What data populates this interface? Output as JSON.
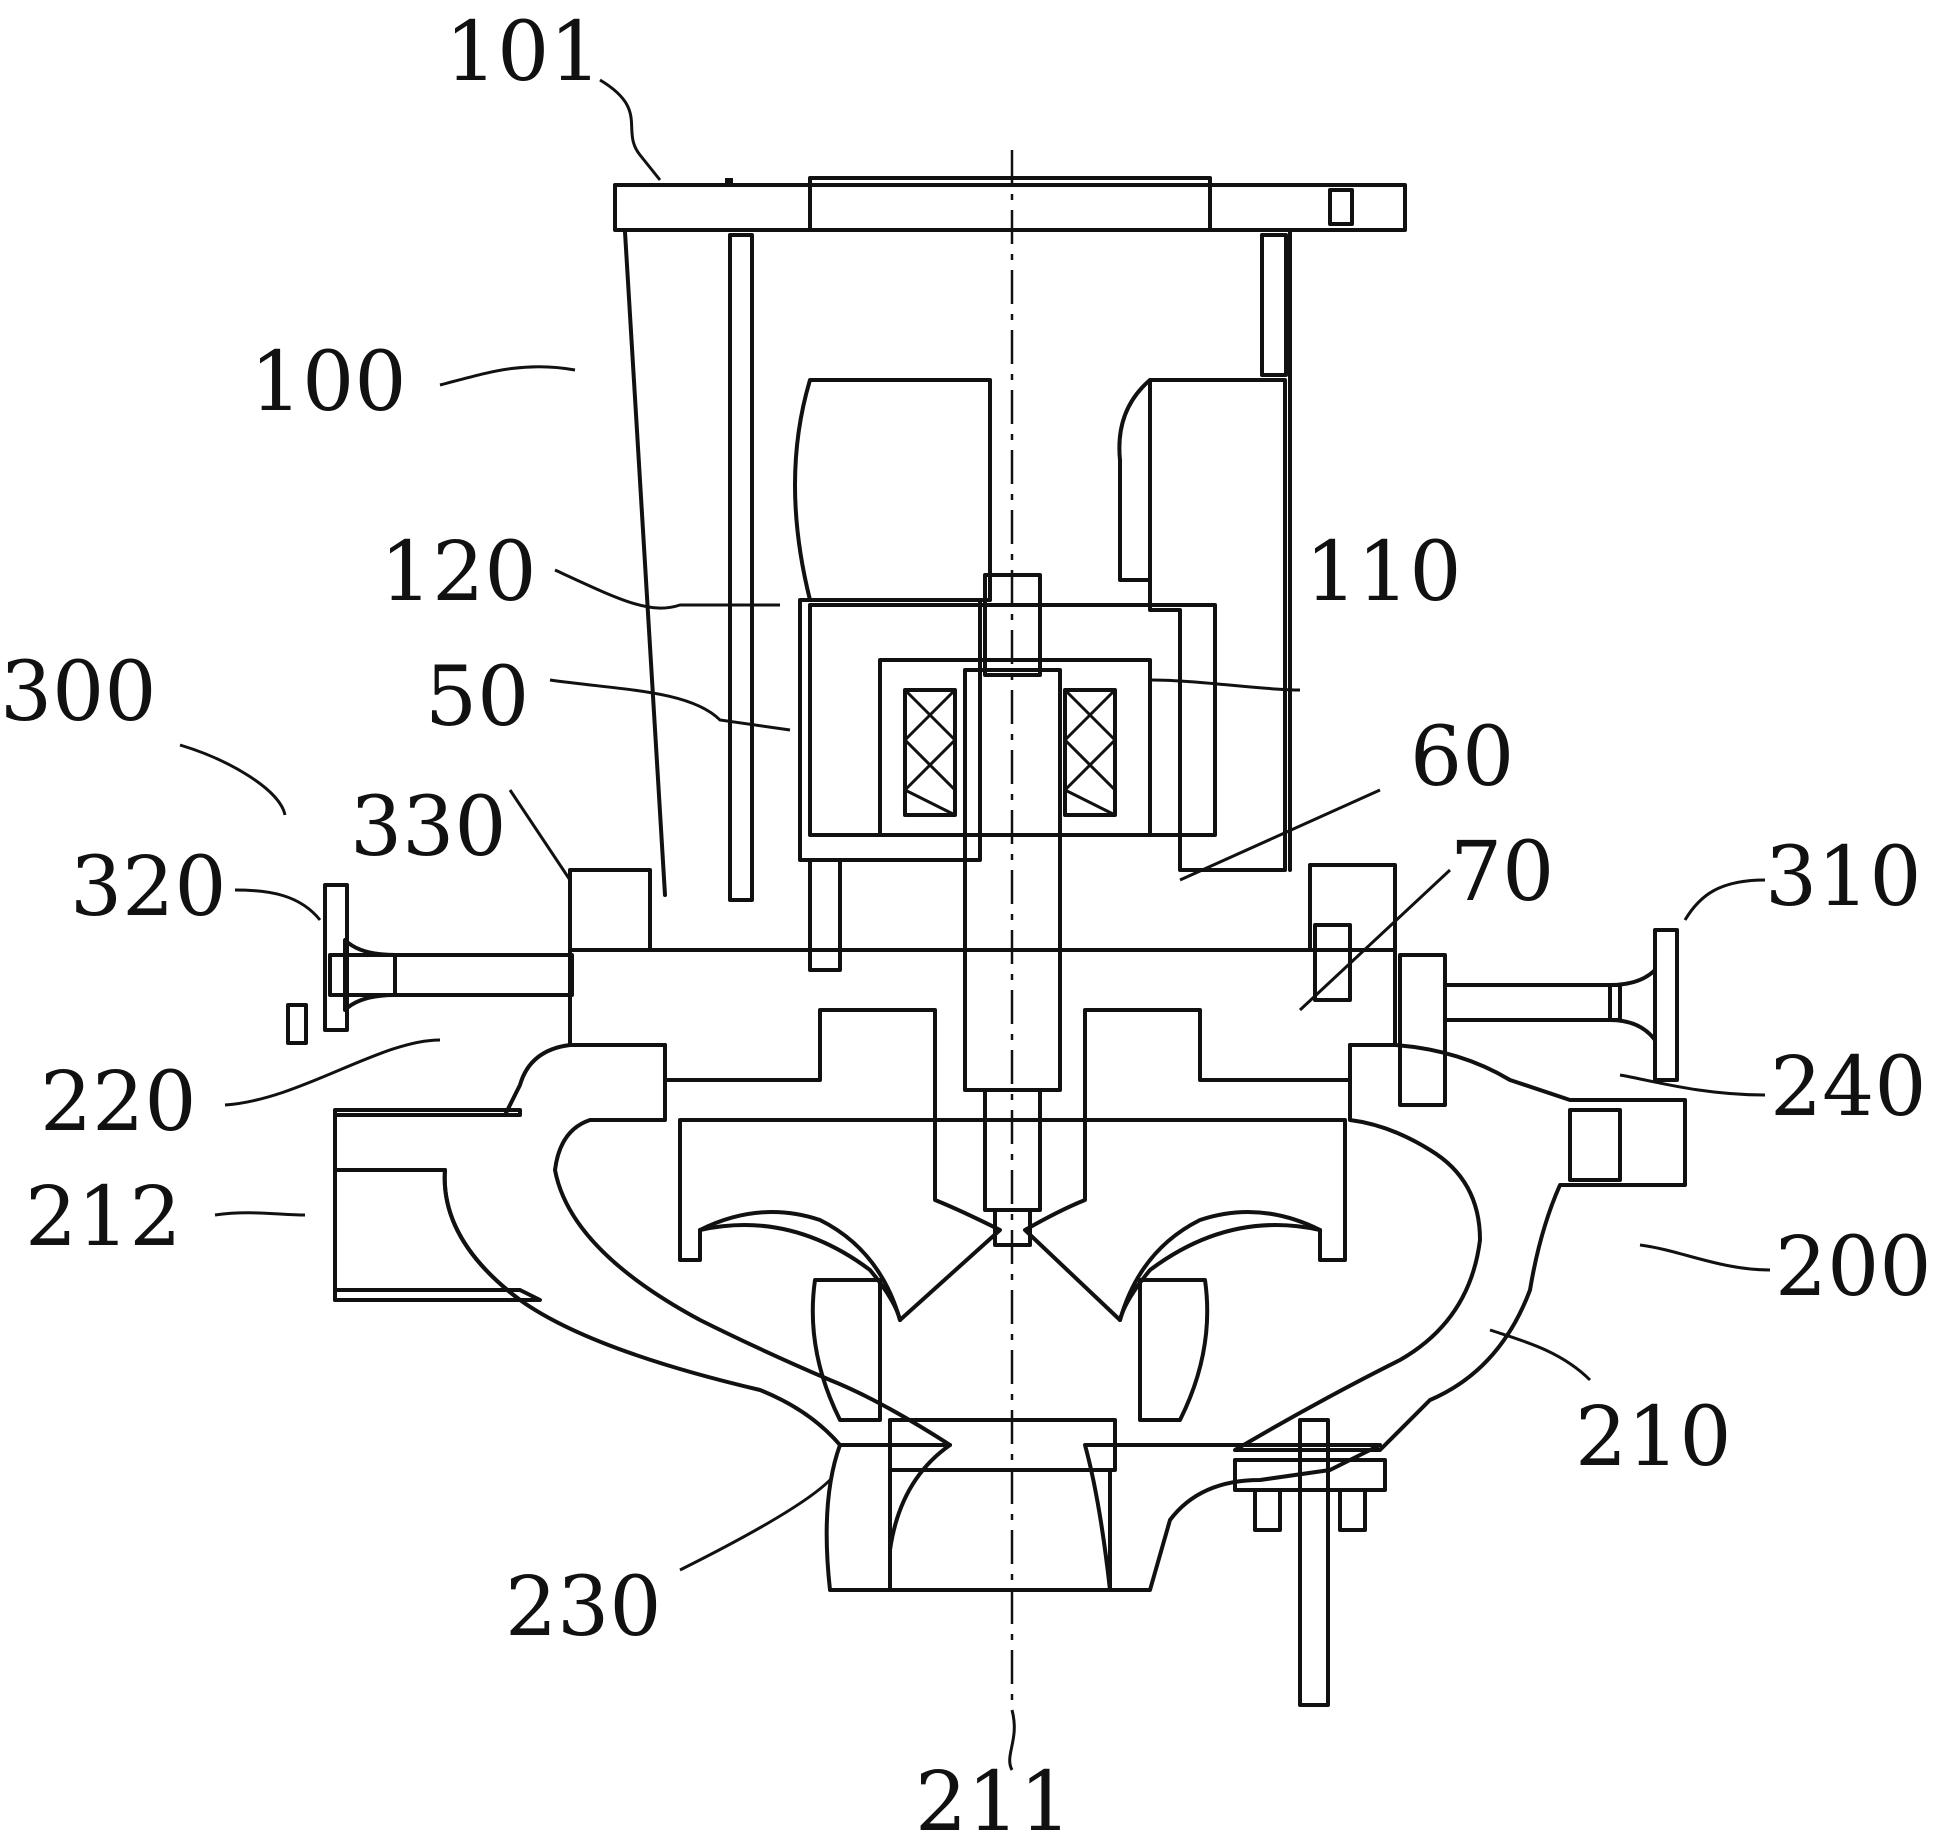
{
  "labels": {
    "l101": "101",
    "l100": "100",
    "l120": "120",
    "l110": "110",
    "l300": "300",
    "l50": "50",
    "l60": "60",
    "l330": "330",
    "l70": "70",
    "l320": "320",
    "l310": "310",
    "l220": "220",
    "l240": "240",
    "l212": "212",
    "l200": "200",
    "l210": "210",
    "l230": "230",
    "l211": "211"
  },
  "colors": {
    "ink": "#111111",
    "paper": "#ffffff"
  }
}
